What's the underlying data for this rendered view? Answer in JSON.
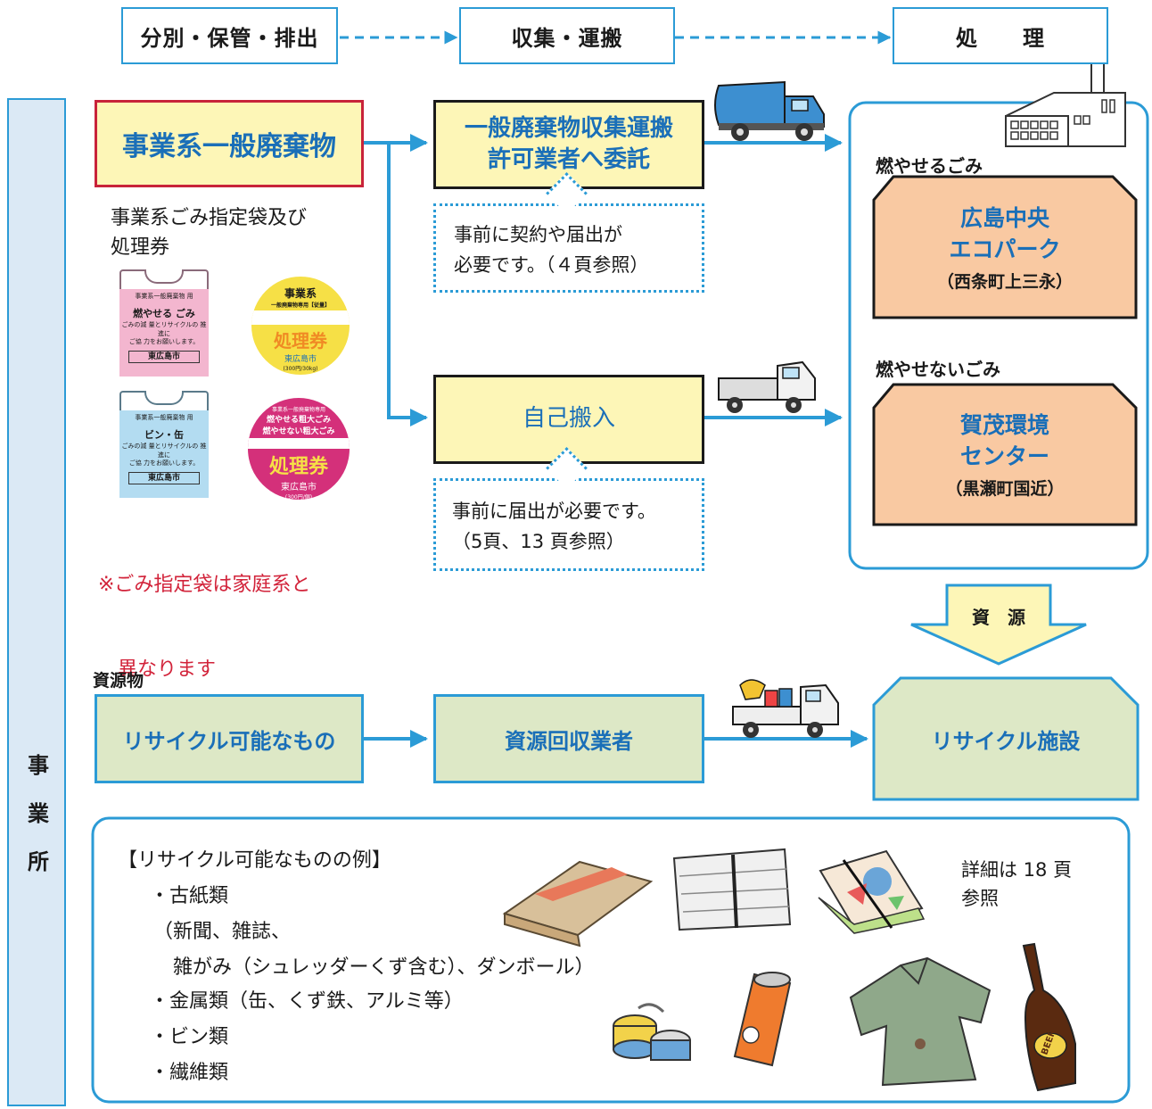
{
  "header": {
    "stage1": "分別・保管・排出",
    "stage2": "収集・運搬",
    "stage3": "処　　理"
  },
  "left_bar": {
    "chars": [
      "事",
      "業",
      "所"
    ]
  },
  "main_box": "事業系一般廃棄物",
  "bags": {
    "caption_lines": [
      "事業系ごみ指定袋及び",
      "処理券"
    ],
    "pink_bag": {
      "top": "事業系一般廃棄物 用",
      "name": "燃やせる ごみ",
      "note1": "ごみの減 量とリサイクルの 推進に",
      "note2": "ご協 力をお願いします。",
      "city": "東広島市"
    },
    "blue_bag": {
      "top": "事業系一般廃棄物 用",
      "name": "ビン・缶",
      "note1": "ごみの減 量とリサイクルの 推進に",
      "note2": "ご協 力をお願いします。",
      "city": "東広島市"
    },
    "ticket1": {
      "top": "事業系",
      "sub": "一般廃棄物専用【従量】",
      "main": "処理券",
      "city": "東広島市",
      "price": "(300円/30kg)"
    },
    "ticket2": {
      "line1": "事業系一般廃棄物専用",
      "line2": "燃やせる粗大ごみ",
      "line3": "燃やせない粗大ごみ",
      "main": "処理券",
      "city": "東広島市",
      "price": "(300円/個)"
    },
    "warning_lines": [
      "※ごみ指定袋は家庭系と",
      "　異なります"
    ]
  },
  "consign_box": [
    "一般廃棄物収集運搬",
    "許可業者へ委託"
  ],
  "consign_note": [
    "事前に契約や届出が",
    "必要です。（４頁参照）"
  ],
  "self_box": "自己搬入",
  "self_note": [
    "事前に届出が必要です。",
    "（5頁、13 頁参照）"
  ],
  "burnable": {
    "label": "燃やせるごみ",
    "facility": [
      "広島中央",
      "エコパーク"
    ],
    "location": "（西条町上三永）"
  },
  "nonburnable": {
    "label": "燃やせないごみ",
    "facility": [
      "賀茂環境",
      "センター"
    ],
    "location": "（黒瀬町国近）"
  },
  "resource_arrow": "資　源",
  "resource_label": "資源物",
  "recyclable_box": "リサイクル可能なもの",
  "collector_box": "資源回収業者",
  "facility_box": "リサイクル施設",
  "examples": {
    "title": "【リサイクル可能なものの例】",
    "lines": [
      "・古紙類",
      "（新聞、雑誌、",
      "　雑がみ（シュレッダーくず含む）、ダンボール）",
      "・金属類（缶、くず鉄、アルミ等）",
      "・ビン類",
      "・繊維類"
    ],
    "detail_lines": [
      "詳細は 18 頁",
      "参照"
    ],
    "beer_text": "BEER"
  },
  "colors": {
    "arrow_blue": "#2b9bd6",
    "text_blue": "#1a6fb8",
    "yellow_fill": "#fdf6b7",
    "orange_fill": "#f9c9a2",
    "green_fill": "#dde8c6",
    "warning_red": "#d2233a",
    "main_box_border": "#c8233a"
  }
}
